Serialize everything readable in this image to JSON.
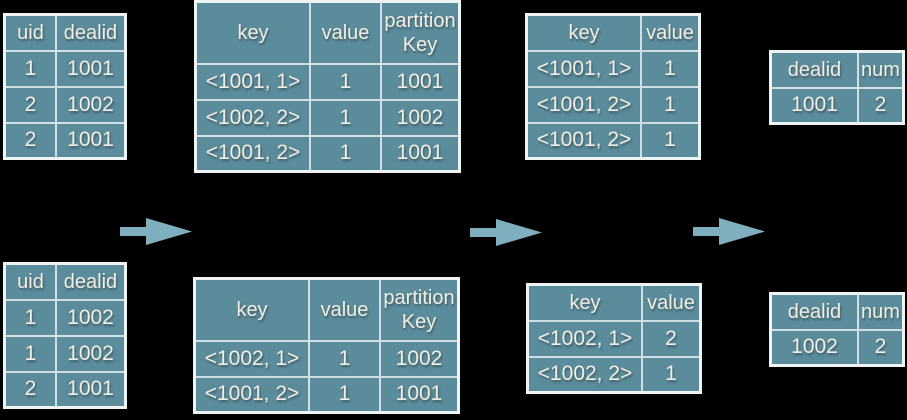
{
  "colors": {
    "background": "#000000",
    "table_fill": "#5b8c9c",
    "outer_border": "#eef3f4",
    "inner_border": "#cfdfe4",
    "text": "#f3eee1",
    "arrow": "#7fafbe"
  },
  "icons": {
    "flow_arrow": "right-arrow"
  },
  "tables": [
    {
      "name": "top-source",
      "headers": [
        "uid",
        "dealid"
      ],
      "rows": [
        [
          "1",
          "1001"
        ],
        [
          "2",
          "1002"
        ],
        [
          "2",
          "1001"
        ]
      ]
    },
    {
      "name": "top-map-output",
      "headers": [
        "key",
        "value",
        "partition\nKey"
      ],
      "rows": [
        [
          "<1001, 1>",
          "1",
          "1001"
        ],
        [
          "<1002, 2>",
          "1",
          "1002"
        ],
        [
          "<1001, 2>",
          "1",
          "1001"
        ]
      ]
    },
    {
      "name": "top-shuffle-input",
      "headers": [
        "key",
        "value"
      ],
      "rows": [
        [
          "<1001, 1>",
          "1"
        ],
        [
          "<1001, 2>",
          "1"
        ],
        [
          "<1001, 2>",
          "1"
        ]
      ]
    },
    {
      "name": "top-result",
      "headers": [
        "dealid",
        "num"
      ],
      "rows": [
        [
          "1001",
          "2"
        ]
      ]
    },
    {
      "name": "bottom-source",
      "headers": [
        "uid",
        "dealid"
      ],
      "rows": [
        [
          "1",
          "1002"
        ],
        [
          "1",
          "1002"
        ],
        [
          "2",
          "1001"
        ]
      ]
    },
    {
      "name": "bottom-map-output",
      "headers": [
        "key",
        "value",
        "partition\nKey"
      ],
      "rows": [
        [
          "<1002, 1>",
          "1",
          "1002"
        ],
        [
          "<1001, 2>",
          "1",
          "1001"
        ]
      ]
    },
    {
      "name": "bottom-shuffle-input",
      "headers": [
        "key",
        "value"
      ],
      "rows": [
        [
          "<1002, 1>",
          "2"
        ],
        [
          "<1002, 2>",
          "1"
        ]
      ]
    },
    {
      "name": "bottom-result",
      "headers": [
        "dealid",
        "num"
      ],
      "rows": [
        [
          "1002",
          "2"
        ]
      ]
    }
  ]
}
